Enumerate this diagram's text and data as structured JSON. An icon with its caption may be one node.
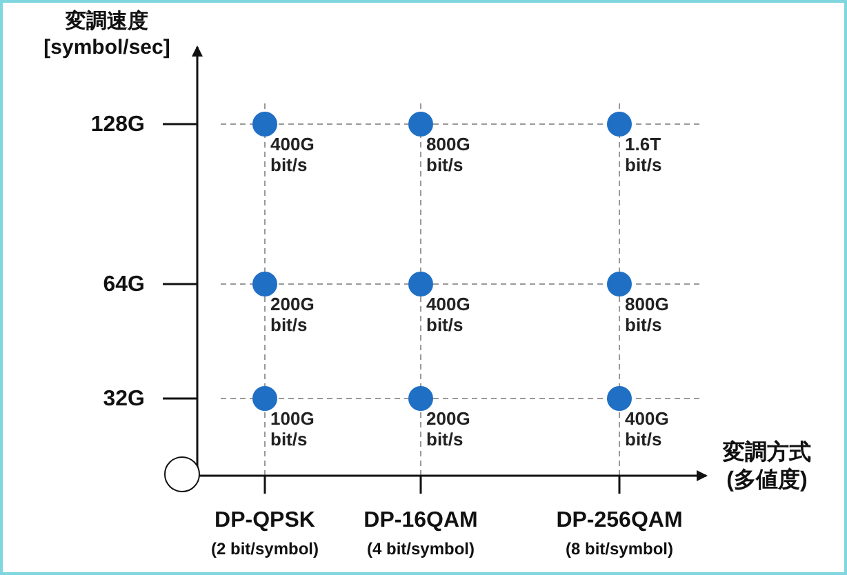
{
  "diagram": {
    "nodes": [
      {
        "text": [],
        "shape": "circle",
        "beside": [
          "400G bit/s"
        ]
      },
      {
        "text": [],
        "shape": "circle",
        "beside": [
          "800G bit/s"
        ]
      },
      {
        "text": [],
        "shape": "circle",
        "beside": [
          "1.6T bit/s"
        ]
      },
      {
        "text": [],
        "shape": "circle",
        "beside": [
          "200G bit/s"
        ]
      },
      {
        "text": [],
        "shape": "circle",
        "beside": [
          "400G bit/s"
        ]
      },
      {
        "text": [],
        "shape": "circle",
        "beside": [
          "800G bit/s"
        ]
      },
      {
        "text": [],
        "shape": "circle",
        "beside": [
          "100G bit/s"
        ]
      },
      {
        "text": [],
        "shape": "circle",
        "beside": [
          "200G bit/s"
        ]
      },
      {
        "text": [],
        "shape": "circle",
        "beside": [
          "400G bit/s"
        ]
      },
      {
        "text": [],
        "shape": "circle"
      }
    ],
    "edges": [],
    "labels": [
      "変調速度 [symbol/sec]",
      "128G",
      "64G",
      "32G",
      "変調方式 (多値度)",
      "DP-QPSK",
      "(2 bit/symbol)",
      "DP-16QAM",
      "(4 bit/symbol)",
      "DP-256QAM",
      "(8 bit/symbol)"
    ]
  }
}
